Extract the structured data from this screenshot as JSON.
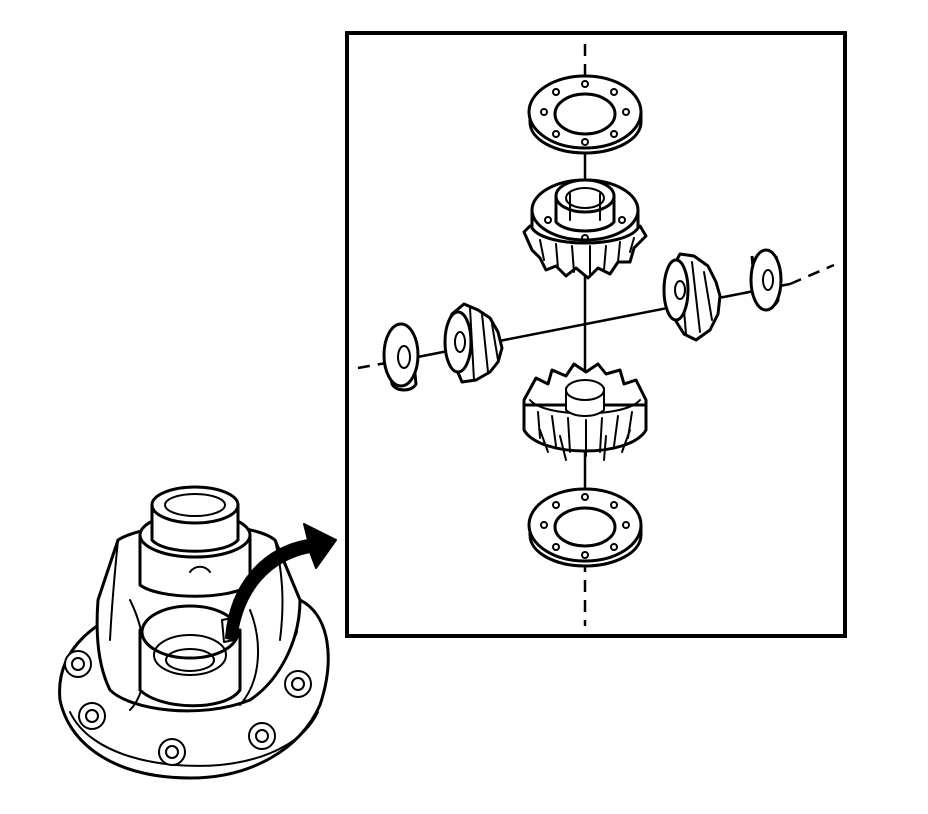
{
  "figure": {
    "colors": {
      "ink": "#000000",
      "paper": "#ffffff"
    },
    "components": [
      "differential-case",
      "pointer-arrow",
      "detail-inset-frame",
      "upper-thrust-washer",
      "upper-side-gear",
      "lower-side-gear",
      "lower-thrust-washer",
      "left-pinion-gear",
      "left-pinion-washer",
      "right-pinion-gear",
      "right-pinion-washer",
      "vertical-axis-line",
      "pinion-axis-line"
    ]
  }
}
